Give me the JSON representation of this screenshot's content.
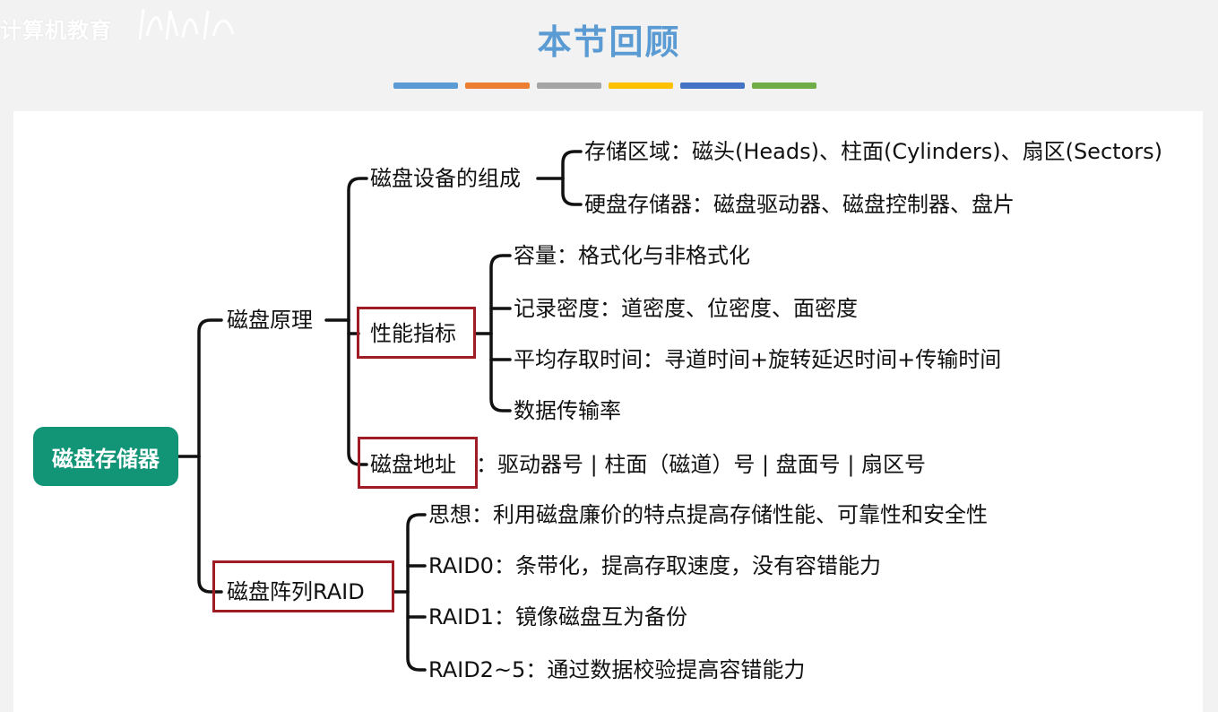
{
  "watermark": {
    "text": "计算机教育"
  },
  "header": {
    "title": "本节回顾",
    "bar_colors": [
      "#5b9bd5",
      "#ed7d31",
      "#a5a5a5",
      "#ffc000",
      "#4472c4",
      "#70ad47"
    ]
  },
  "mindmap": {
    "root": "磁盘存储器",
    "principle": {
      "label": "磁盘原理",
      "composition": {
        "label": "磁盘设备的组成",
        "items": [
          "存储区域：磁头(Heads)、柱面(Cylinders)、扇区(Sectors)",
          "硬盘存储器：磁盘驱动器、磁盘控制器、盘片"
        ]
      },
      "performance": {
        "label": "性能指标",
        "items": [
          "容量：格式化与非格式化",
          "记录密度：道密度、位密度、面密度",
          "平均存取时间：寻道时间+旋转延迟时间+传输时间",
          "数据传输率"
        ]
      },
      "address": {
        "label": "磁盘地址",
        "content": "：驱动器号 | 柱面（磁道）号 | 盘面号 | 扇区号"
      }
    },
    "raid": {
      "label": "磁盘阵列RAID",
      "items": [
        "思想：利用磁盘廉价的特点提高存储性能、可靠性和安全性",
        "RAID0：条带化，提高存取速度，没有容错能力",
        "RAID1：镜像磁盘互为备份",
        "RAID2~5：通过数据校验提高容错能力"
      ]
    }
  },
  "colors": {
    "root": "#129477",
    "highlight_border": "#a01c24",
    "title": "#5a9bd3"
  }
}
